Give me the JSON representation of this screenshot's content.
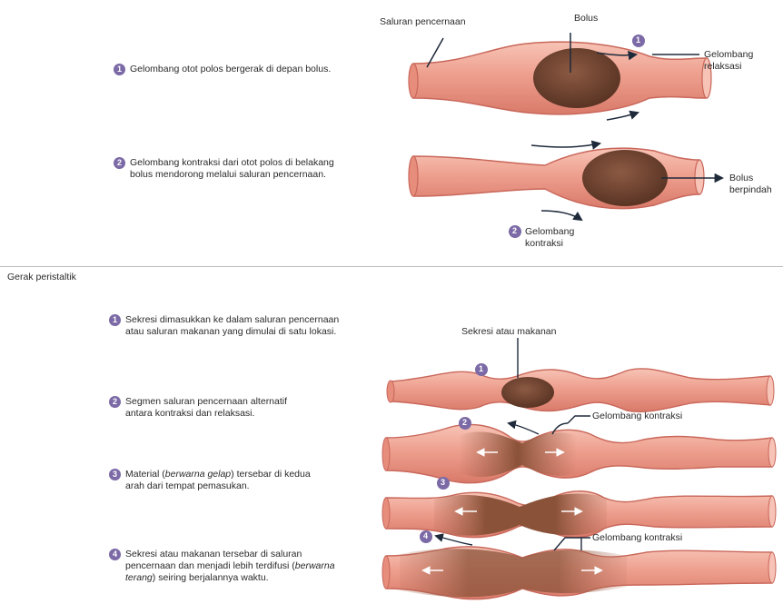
{
  "top": {
    "label_tract": "Saluran pencernaan",
    "label_bolus": "Bolus",
    "label_relax": "Gelombang relaksasi",
    "label_moved": "Bolus berpindah",
    "label_contract": "Gelombang kontraksi",
    "steps": [
      {
        "num": "1",
        "text": "Gelombang otot polos bergerak di depan bolus."
      },
      {
        "num": "2",
        "text": "Gelombang kontraksi dari otot polos di belakang bolus mendorong melalui saluran pencernaan."
      }
    ],
    "callouts": [
      "1",
      "2"
    ]
  },
  "section_title": "Gerak peristaltik",
  "bottom": {
    "label_secretion": "Sekresi atau makanan",
    "label_contract_a": "Gelombang kontraksi",
    "label_contract_b": "Gelombang kontraksi",
    "steps": [
      {
        "num": "1",
        "text": "Sekresi dimasukkan ke dalam saluran pencernaan atau saluran makanan yang dimulai di satu lokasi."
      },
      {
        "num": "2",
        "text": "Segmen saluran pencernaan alternatif antara kontraksi dan relaksasi."
      },
      {
        "num": "3",
        "text_a": "Material (",
        "text_em": "berwarna gelap",
        "text_b": ") tersebar di kedua arah dari tempat pemasukan."
      },
      {
        "num": "4",
        "text_a": "Sekresi atau makanan tersebar di saluran pencernaan dan menjadi lebih terdifusi (",
        "text_em": "berwarna terang",
        "text_b": ") seiring berjalannya waktu."
      }
    ],
    "tube_numbers": [
      "1",
      "2",
      "3",
      "4"
    ]
  },
  "colors": {
    "tube_fill": "#eda090",
    "tube_edge": "#c9675a",
    "tube_light": "#f6c3b6",
    "bolus_dark": "#6e4430",
    "bolus_mid": "#8a5a42",
    "badge": "#7b6aa6",
    "arrow": "#1e2a3a"
  }
}
